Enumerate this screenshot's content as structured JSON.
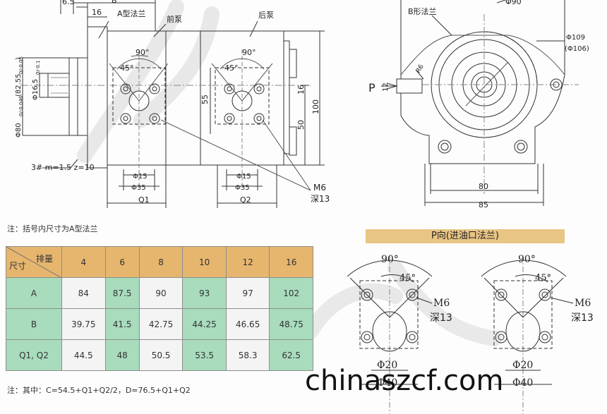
{
  "pump": {
    "dims_top": [
      "6.5",
      "B",
      "16"
    ],
    "label_flange_a": "A型法兰",
    "label_front": "前泵",
    "label_rear": "后泵",
    "angle_90": "90°",
    "angle_45": "45°",
    "dia_80": "Φ80",
    "dia_80_tol": "0/-0.046",
    "dia_82": "(82.55",
    "dia_82_tol": "0/-0.05",
    "dia_82_close": ")",
    "dia_16": "Φ16.5",
    "dia_16_tol": "0/-0.1",
    "gear_spec": "3# m=1.5 z=10",
    "dim_55": "55",
    "dim_16": "16",
    "dim_50": "50",
    "dim_100": "100",
    "phi15": "Φ15",
    "phi35": "Φ35",
    "q1": "Q1",
    "q2": "Q2",
    "m6": "M6",
    "depth13": "深13"
  },
  "flange_b": {
    "title": "B形法兰",
    "phi90": "Φ90",
    "phi109": "Φ109",
    "phi106": "(Φ106)",
    "r6": "R6",
    "p": "P",
    "dim_12": "12",
    "dim_80": "80",
    "dim_85": "85"
  },
  "note_a_flange": "注：括号内尺寸为A型法兰",
  "note_formula": "注：其中：C=54.5+Q1+Q2/2，D=76.5+Q1+Q2",
  "port_title": "P向(进油口法兰)",
  "port": {
    "angle_90": "90°",
    "angle_45": "45°",
    "m6": "M6",
    "depth13": "深13",
    "phi20": "Φ20",
    "phi40": "Φ40"
  },
  "table": {
    "header_disp": "排量",
    "header_size": "尺寸",
    "columns": [
      "4",
      "6",
      "8",
      "10",
      "12",
      "16"
    ],
    "rows": [
      {
        "label": "A",
        "values": [
          "84",
          "87.5",
          "90",
          "93",
          "97",
          "102"
        ]
      },
      {
        "label": "B",
        "values": [
          "39.75",
          "41.5",
          "42.75",
          "44.25",
          "46.65",
          "48.75"
        ]
      },
      {
        "label": "Q1, Q2",
        "values": [
          "44.5",
          "48",
          "50.5",
          "53.5",
          "58.3",
          "62.5"
        ]
      }
    ]
  },
  "watermark": "chinaszcf.com"
}
